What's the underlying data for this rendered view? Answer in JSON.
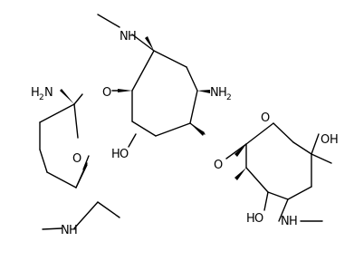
{
  "labels": {
    "n_methyl_top": "N",
    "h_top": "H",
    "nh2_right_n": "N",
    "nh2_right_h": "H",
    "nh2_right_sub": "2",
    "nh2_left_h": "H",
    "nh2_left_sub": "2",
    "nh2_left_n": "N",
    "o_ether_left": "O",
    "o_ring_left": "O",
    "oh_center_h": "H",
    "oh_center_o": "O",
    "o_ether_right": "O",
    "o_ring_right": "O",
    "oh_right_o": "O",
    "oh_right_h": "H",
    "oh_bottom_h": "H",
    "oh_bottom_o": "O",
    "nh_bottom_left_n": "N",
    "nh_bottom_left_h": "H",
    "nh_bottom_right_h": "H",
    "nh_bottom_right_n": "N"
  }
}
